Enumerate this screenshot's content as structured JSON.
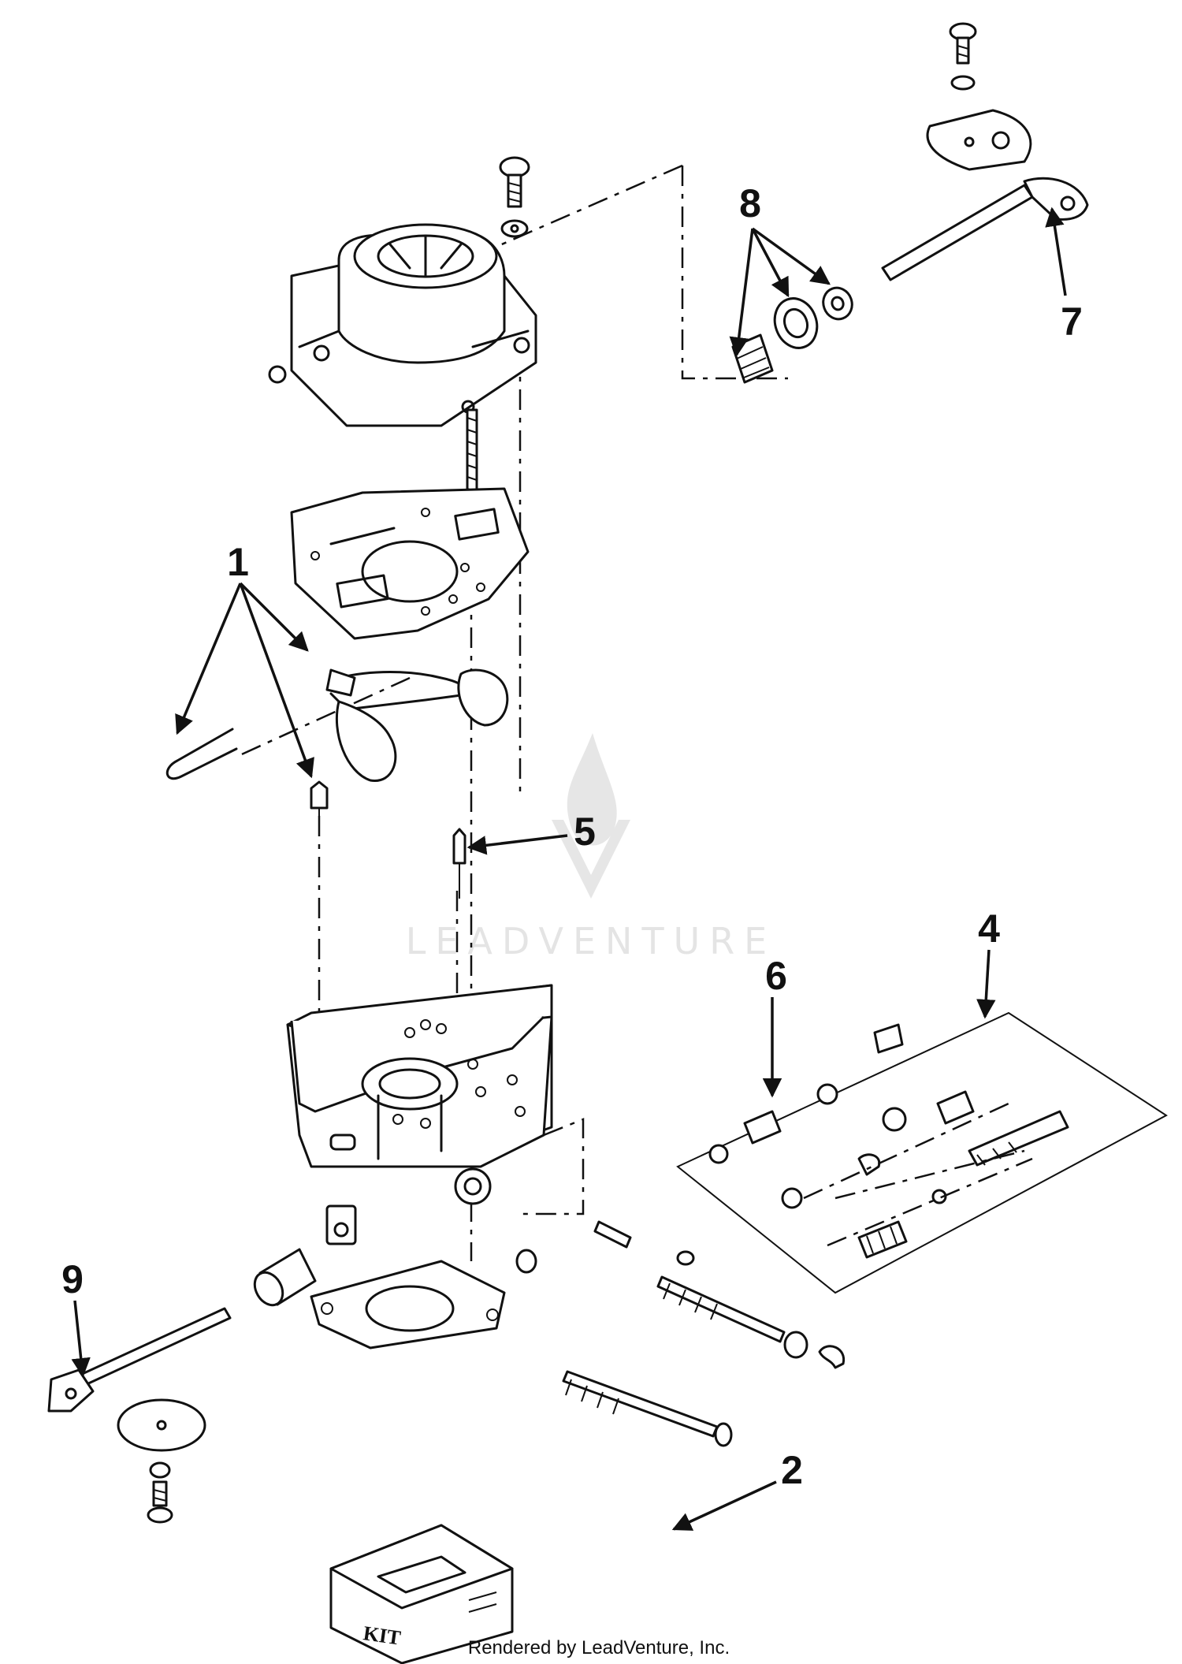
{
  "callouts": {
    "c1": "1",
    "c2": "2",
    "c4": "4",
    "c5": "5",
    "c6": "6",
    "c7": "7",
    "c8": "8",
    "c9": "9"
  },
  "kit_label": "KIT",
  "watermark": {
    "text": "LEADVENTURE",
    "icon": "flame-logo-icon",
    "color": "#e4e4e4"
  },
  "credit": "Rendered by LeadVenture, Inc."
}
